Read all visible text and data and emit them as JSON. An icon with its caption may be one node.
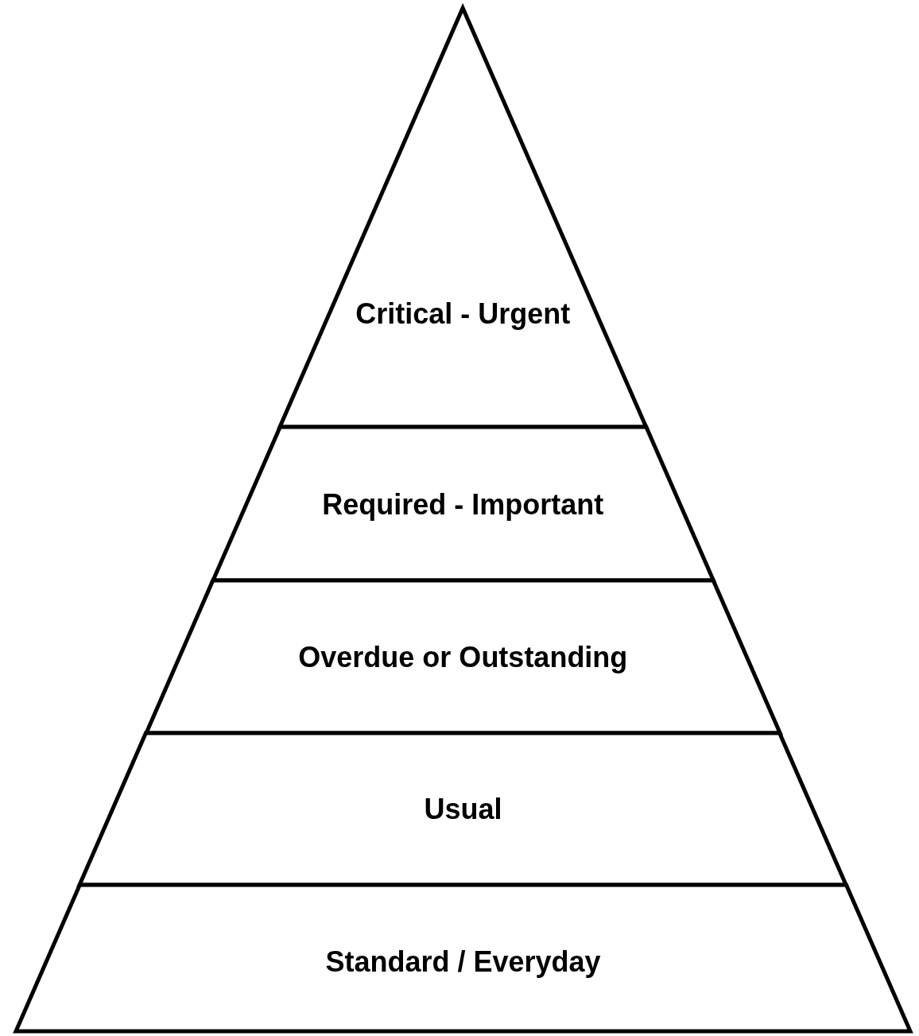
{
  "diagram": {
    "nodes": [
      {
        "text": [
          "Critical - Urgent"
        ]
      },
      {
        "text": [
          "Required - Important"
        ]
      },
      {
        "text": [
          "Overdue or Outstanding"
        ]
      },
      {
        "text": [
          "Usual"
        ]
      },
      {
        "text": [
          "Standard / Everyday"
        ]
      }
    ]
  }
}
